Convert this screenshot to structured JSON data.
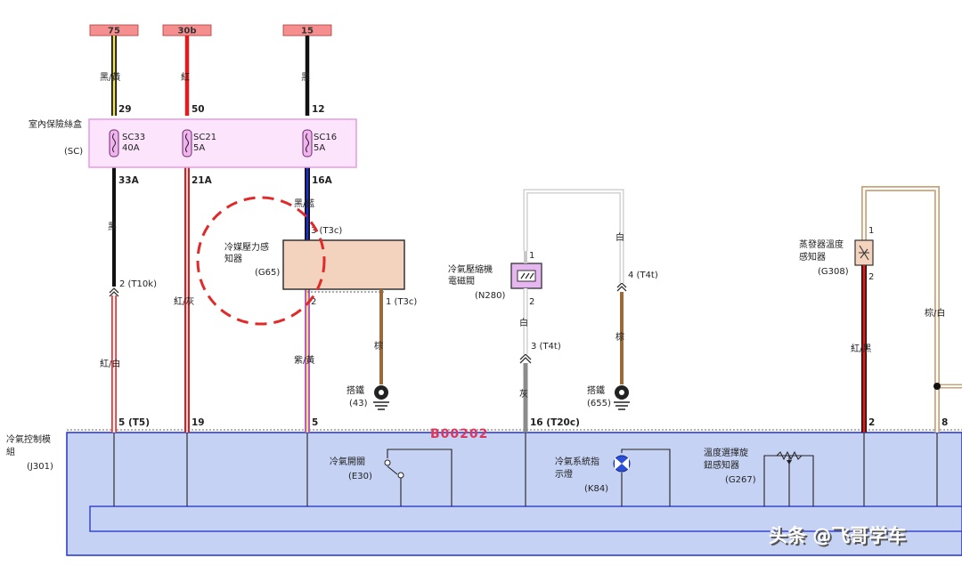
{
  "terminals": {
    "t75": "75",
    "t30b": "30b",
    "t15": "15"
  },
  "wires": {
    "c1_top_color": "黑/黃",
    "c1_pin_top": "29",
    "c1_pin_bottom": "33A",
    "c1_mid_color": "黑",
    "c1_connector": "2 (T10k)",
    "c1_low_color": "紅/白",
    "c1_module_pin": "5 (T5)",
    "c2_top_color": "紅",
    "c2_pin_top": "50",
    "c2_pin_bottom": "21A",
    "c2_low_color": "紅/灰",
    "c2_module_pin": "19",
    "c3_top_color": "黑",
    "c3_pin_top": "12",
    "c3_pin_bottom": "16A",
    "c3_mid_color": "黑/藍",
    "c3_connector_top": "3 (T3c)",
    "c3_connector_bottom": "2",
    "c3_low_color": "紫/黃",
    "c3_module_pin": "5",
    "g65_ground_pin": "1 (T3c)",
    "g65_ground_color": "棕",
    "n280_top_pin": "1",
    "n280_bottom_pin": "2",
    "n280_low_color": "白",
    "n280_connector": "3 (T4t)",
    "n280_gray_color": "灰",
    "n280_module_pin": "16 (T20c)",
    "loop_color": "白",
    "loop_connector": "4 (T4t)",
    "loop_low_color": "棕",
    "g308_top_pin": "1",
    "g308_bottom_pin": "2",
    "g308_low_color": "紅/黑",
    "g308_module_pin": "2",
    "right_color": "棕/白",
    "right_module_pin": "8"
  },
  "fuse_box": {
    "label": "室內保險絲盒",
    "code": "(SC)",
    "fuses": [
      {
        "id": "SC33",
        "rating": "40A"
      },
      {
        "id": "SC21",
        "rating": "5A"
      },
      {
        "id": "SC16",
        "rating": "5A"
      }
    ]
  },
  "components": {
    "g65": {
      "name_line1": "冷媒壓力感",
      "name_line2": "知器",
      "code": "(G65)"
    },
    "n280": {
      "name_line1": "冷氣壓縮機",
      "name_line2": "電磁閥",
      "code": "(N280)"
    },
    "g308": {
      "name_line1": "蒸發器溫度",
      "name_line2": "感知器",
      "code": "(G308)"
    },
    "ground43": {
      "name": "搭鐵",
      "code": "(43)"
    },
    "ground655": {
      "name": "搭鐵",
      "code": "(655)"
    }
  },
  "module": {
    "name_line1": "冷氣控制模",
    "name_line2": "組",
    "code": "(J301)",
    "fault_code": "B00202",
    "e30": {
      "name": "冷氣開關",
      "code": "(E30)"
    },
    "k84": {
      "name_line1": "冷氣系統指",
      "name_line2": "示燈",
      "code": "(K84)"
    },
    "g267": {
      "name_line1": "溫度選擇旋",
      "name_line2": "鈕感知器",
      "code": "(G267)"
    }
  },
  "watermark": "头条 @飞哥学车",
  "colors": {
    "fuse_box_fill": "#fce4fc",
    "fuse_box_border": "#e79be3",
    "terminal_fill": "#f58f8f",
    "module_fill": "#c5d2f3",
    "module_border": "#2433c9",
    "sensor_fill": "#f3d3bd",
    "highlight_circle": "#e02a2a",
    "fault_code": "#e0355a"
  }
}
